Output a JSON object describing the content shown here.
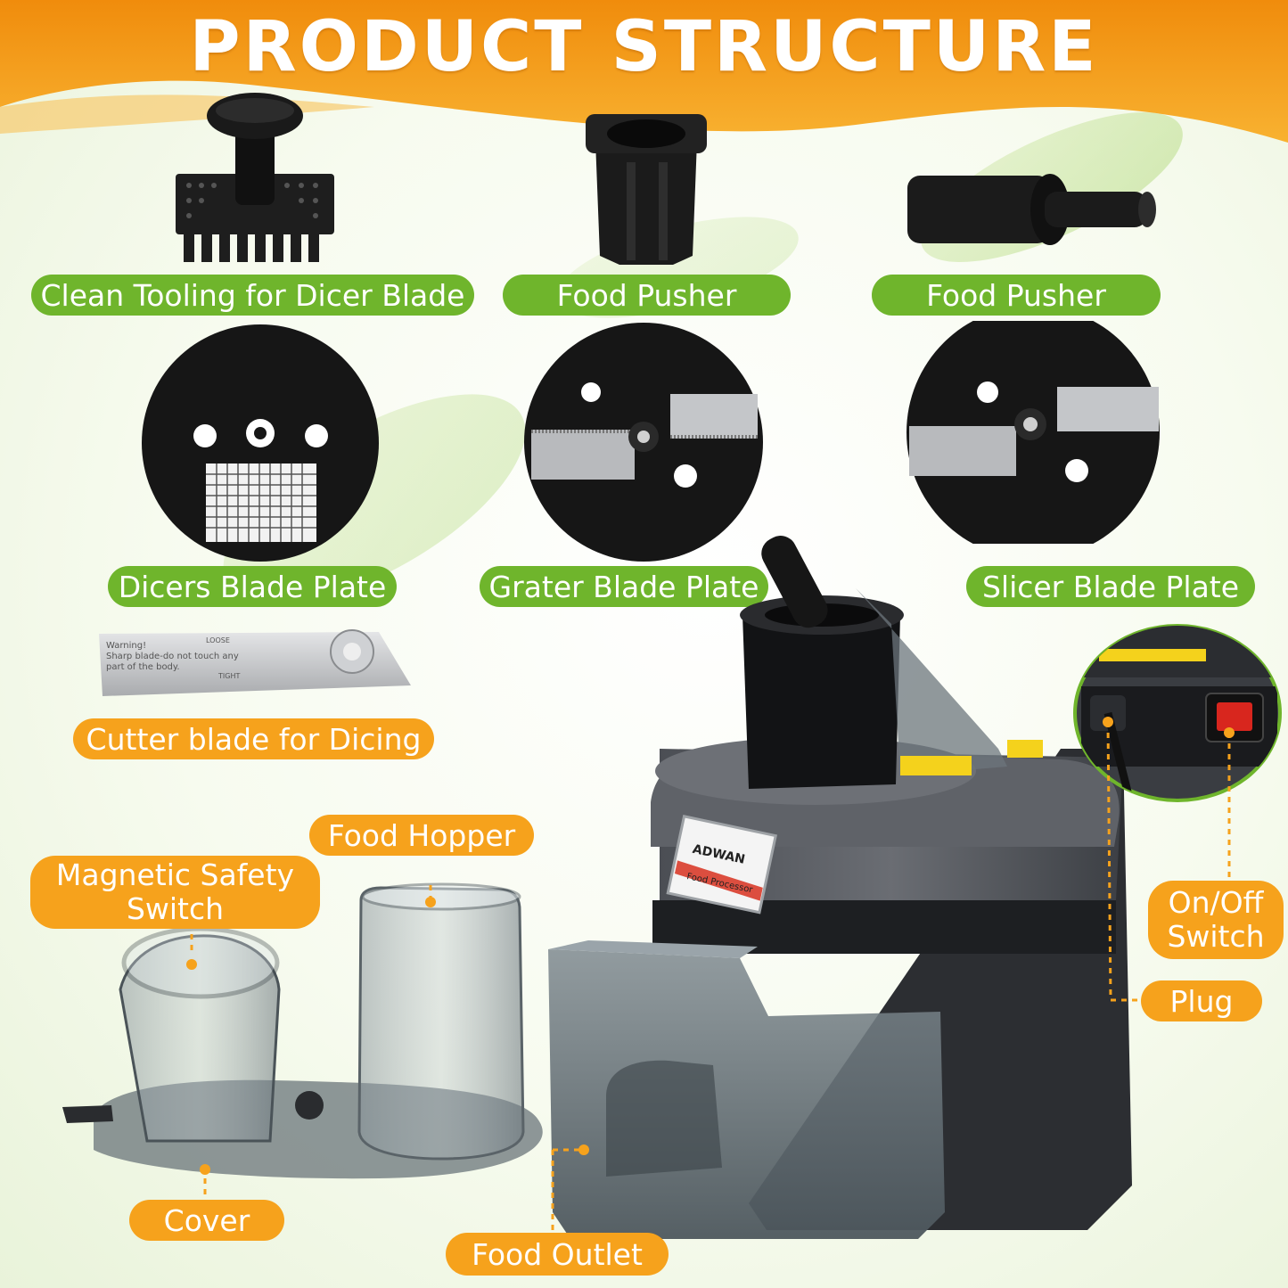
{
  "header": {
    "title": "PRODUCT STRUCTURE"
  },
  "colors": {
    "banner_orange": "#f6a21c",
    "label_green": "#6fb52c",
    "label_orange": "#f6a21c",
    "parts_black": "#1e1e1e",
    "body_gray": "#5a5d63",
    "clear_smoke": "#6f7a80"
  },
  "labels": {
    "clean_tooling": "Clean Tooling for Dicer Blade",
    "food_pusher_1": "Food Pusher",
    "food_pusher_2": "Food Pusher",
    "dicers_blade_plate": "Dicers Blade Plate",
    "grater_blade_plate": "Grater Blade Plate",
    "slicer_blade_plate": "Slicer Blade Plate",
    "cutter_blade": "Cutter blade for Dicing",
    "food_hopper": "Food Hopper",
    "magnetic_safety_switch_line1": "Magnetic Safety",
    "magnetic_safety_switch_line2": "Switch",
    "on_off_switch_line1": "On/Off",
    "on_off_switch_line2": "Switch",
    "plug": "Plug",
    "cover": "Cover",
    "food_outlet": "Food Outlet"
  },
  "product": {
    "brand": "ADWAN",
    "subtitle": "Food Processor"
  },
  "cutter_blade_print": {
    "warning_line1": "Warning!",
    "warning_line2": "Sharp blade-do not touch any",
    "warning_line3": "part of the body.",
    "loose": "LOOSE",
    "tight": "TIGHT"
  }
}
